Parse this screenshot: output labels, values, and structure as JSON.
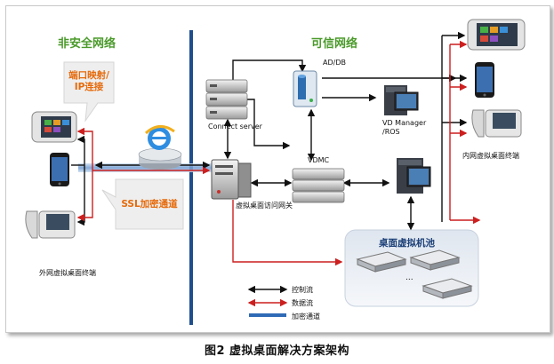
{
  "zones": {
    "untrusted": "非安全网络",
    "trusted": "可信网络"
  },
  "badges": {
    "port_mapping": "端口映射/\nIP连接",
    "ssl_tunnel": "SSL加密通道"
  },
  "nodes": {
    "ad_db": "AD/DB",
    "connect_server": "Connect server",
    "vd_manager": "VD Manager\n/ROS",
    "vdmc": "VDMC",
    "gateway": "虚拟桌面访问网关",
    "pool": "桌面虚拟机池",
    "pool_ellipsis": "...",
    "external_terminals": "外网虚拟桌面终端",
    "internal_terminals": "内网虚拟桌面终端"
  },
  "legend": [
    {
      "label": "控制流",
      "color": "#111111"
    },
    {
      "label": "数据流",
      "color": "#cc1f1f"
    },
    {
      "label": "加密通道",
      "color": "#2e6ab5"
    }
  ],
  "caption": "图2  虚拟桌面解决方案架构"
}
